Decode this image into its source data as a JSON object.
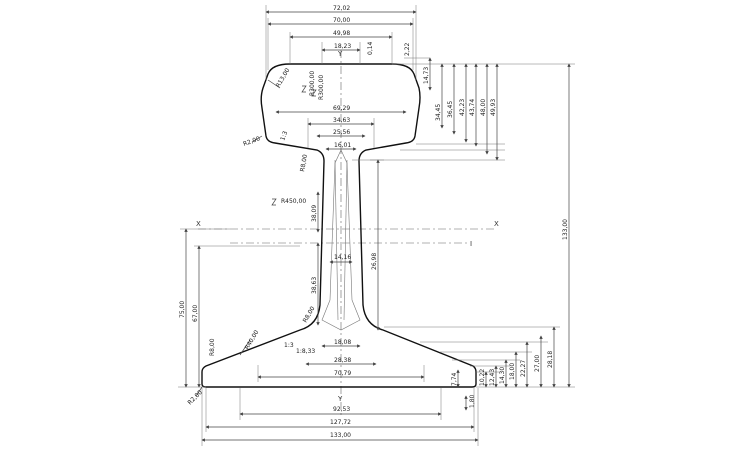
{
  "axis_labels": {
    "x_left": "X",
    "x_right": "X",
    "y_top": "Y",
    "y_bottom": "Y",
    "i_marker": "I"
  },
  "top_widths": {
    "w_72_02": "72,02",
    "w_70_00": "70,00",
    "w_49_98": "49,98",
    "w_18_23": "18,23",
    "w_0_14": "0,14",
    "w_2_22": "2,22"
  },
  "head_callouts": {
    "r13": "R13,00",
    "r300_a": "R300,00",
    "r300_b": "R300,00"
  },
  "right_heights": {
    "h_14_73": "14,73",
    "h_34_45": "34,45",
    "h_36_45": "36,45",
    "h_42_23": "42,23",
    "h_43_74": "43,74",
    "h_48_00": "48,00",
    "h_49_93": "49,93",
    "h_133_00": "133,00"
  },
  "head_widths": {
    "w_69_29": "69,29",
    "w_34_63": "34,63",
    "w_25_56": "25,56",
    "w_16_01": "16,01"
  },
  "head_fillets": {
    "r2": "R2,00",
    "slope": "1:3",
    "r8": "R8,00"
  },
  "web": {
    "r450": "R450,00",
    "h_38_09": "38,09",
    "w_14_16": "14,16",
    "h_26_98": "26,98",
    "h_38_63": "38,63",
    "r8": "R8,00"
  },
  "left_heights": {
    "h_75_00": "75,00",
    "h_67_00": "67,00",
    "r8": "R8,00",
    "r40": "R40,00"
  },
  "foot": {
    "slope_a": "1:3",
    "slope_b": "1:8,33",
    "w_18_08": "18,08",
    "w_28_38": "28,38",
    "w_70_79": "70,79",
    "r2": "R2,00"
  },
  "foot_heights": {
    "h_7_74": "7,74",
    "h_1_80": "1,80",
    "h_10_22": "10,22",
    "h_12_43": "12,43",
    "h_14_30": "14,30",
    "h_18_00": "18,00",
    "h_22_27": "22,27",
    "h_27_00": "27,00",
    "h_28_18": "28,18"
  },
  "bottom_widths": {
    "w_92_53": "92,53",
    "w_127_72": "127,72",
    "w_133_00": "133,00"
  }
}
